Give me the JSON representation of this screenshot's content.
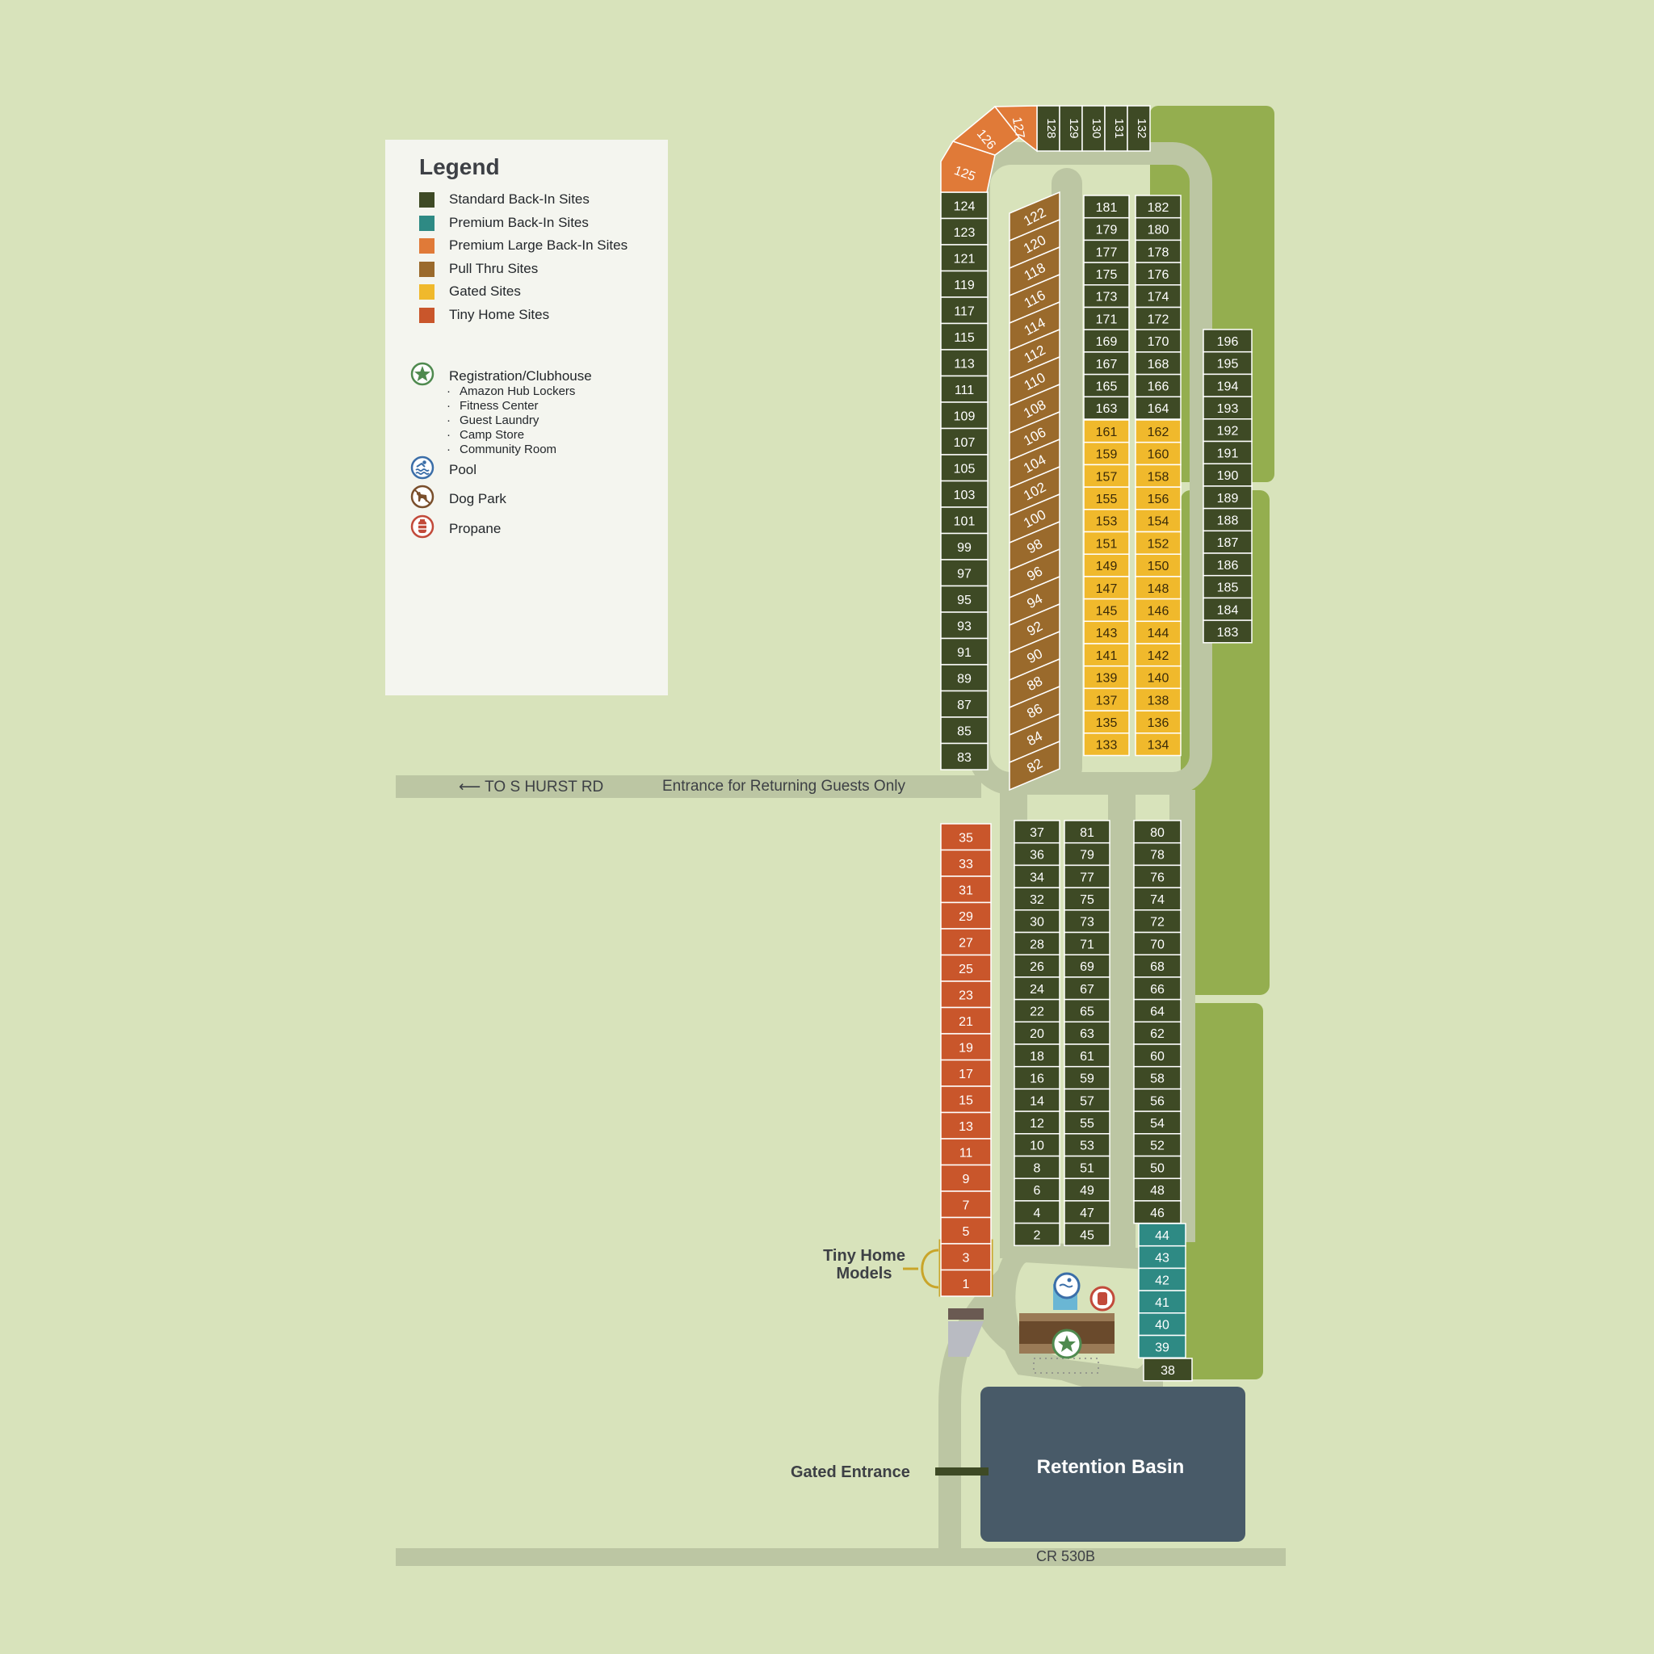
{
  "legend": {
    "title": "Legend",
    "categories": [
      {
        "key": "standard",
        "label": "Standard Back-In Sites",
        "color": "#3e4a25"
      },
      {
        "key": "premium",
        "label": "Premium Back-In Sites",
        "color": "#2e8a84"
      },
      {
        "key": "large",
        "label": "Premium Large Back-In Sites",
        "color": "#e07a38"
      },
      {
        "key": "pull",
        "label": "Pull Thru Sites",
        "color": "#9a6a2c"
      },
      {
        "key": "gated",
        "label": "Gated Sites",
        "color": "#f0b92c"
      },
      {
        "key": "tiny",
        "label": "Tiny Home Sites",
        "color": "#c9562b"
      }
    ],
    "amenities": {
      "clubhouse": {
        "label": "Registration/Clubhouse",
        "icon": "star-icon",
        "items": [
          "Amazon Hub Lockers",
          "Fitness Center",
          "Guest Laundry",
          "Camp Store",
          "Community Room"
        ]
      },
      "pool": {
        "label": "Pool",
        "icon": "pool-icon"
      },
      "dog_park": {
        "label": "Dog Park",
        "icon": "dog-icon"
      },
      "propane": {
        "label": "Propane",
        "icon": "propane-icon"
      }
    }
  },
  "labels": {
    "to_hurst": "⟵ TO S HURST RD",
    "returning": "Entrance for Returning Guests Only",
    "tiny_home_models": [
      "Tiny Home",
      "Models"
    ],
    "gated_entrance": "Gated Entrance",
    "retention_basin": "Retention Basin",
    "cr": "CR 530B"
  },
  "sites": {
    "columns": [
      {
        "name": "column-83-124",
        "category": "standard",
        "sites": [
          "124",
          "123",
          "121",
          "119",
          "117",
          "115",
          "113",
          "111",
          "109",
          "107",
          "105",
          "103",
          "101",
          "99",
          "97",
          "95",
          "93",
          "91",
          "89",
          "87",
          "85",
          "83"
        ]
      },
      {
        "name": "column-pull-thru",
        "category": "pull",
        "sites": [
          "122",
          "120",
          "118",
          "116",
          "114",
          "112",
          "110",
          "108",
          "106",
          "104",
          "102",
          "100",
          "98",
          "96",
          "94",
          "92",
          "90",
          "88",
          "86",
          "84",
          "82"
        ]
      },
      {
        "name": "column-odd-163-181",
        "category": "standard",
        "sites": [
          "181",
          "179",
          "177",
          "175",
          "173",
          "171",
          "169",
          "167",
          "165",
          "163"
        ]
      },
      {
        "name": "column-even-164-182",
        "category": "standard",
        "sites": [
          "182",
          "180",
          "178",
          "176",
          "174",
          "172",
          "170",
          "168",
          "166",
          "164"
        ]
      },
      {
        "name": "column-gated-odd",
        "category": "gated",
        "sites": [
          "161",
          "159",
          "157",
          "155",
          "153",
          "151",
          "149",
          "147",
          "145",
          "143",
          "141",
          "139",
          "137",
          "135",
          "133"
        ]
      },
      {
        "name": "column-gated-even",
        "category": "gated",
        "sites": [
          "162",
          "160",
          "158",
          "156",
          "154",
          "152",
          "150",
          "148",
          "146",
          "144",
          "142",
          "140",
          "138",
          "136",
          "134"
        ]
      },
      {
        "name": "column-183-196",
        "category": "standard",
        "sites": [
          "196",
          "195",
          "194",
          "193",
          "192",
          "191",
          "190",
          "189",
          "188",
          "187",
          "186",
          "185",
          "184",
          "183"
        ]
      },
      {
        "name": "column-tiny-home",
        "category": "tiny",
        "sites": [
          "35",
          "33",
          "31",
          "29",
          "27",
          "25",
          "23",
          "21",
          "19",
          "17",
          "15",
          "13",
          "11",
          "9",
          "7",
          "5",
          "3",
          "1"
        ]
      },
      {
        "name": "column-2-37",
        "category": "standard",
        "sites": [
          "37",
          "36",
          "34",
          "32",
          "30",
          "28",
          "26",
          "24",
          "22",
          "20",
          "18",
          "16",
          "14",
          "12",
          "10",
          "8",
          "6",
          "4",
          "2"
        ]
      },
      {
        "name": "column-45-81",
        "category": "standard",
        "sites": [
          "81",
          "79",
          "77",
          "75",
          "73",
          "71",
          "69",
          "67",
          "65",
          "63",
          "61",
          "59",
          "57",
          "55",
          "53",
          "51",
          "49",
          "47",
          "45"
        ]
      },
      {
        "name": "column-46-80",
        "category": "standard",
        "sites": [
          "80",
          "78",
          "76",
          "74",
          "72",
          "70",
          "68",
          "66",
          "64",
          "62",
          "60",
          "58",
          "56",
          "54",
          "52",
          "50",
          "48",
          "46"
        ]
      },
      {
        "name": "column-premium",
        "category": "premium",
        "sites": [
          "44",
          "43",
          "42",
          "41",
          "40",
          "39"
        ]
      },
      {
        "name": "column-38",
        "category": "standard",
        "sites": [
          "38"
        ]
      }
    ],
    "top_row": {
      "category": "standard",
      "sites": [
        "128",
        "129",
        "130",
        "131",
        "132"
      ]
    },
    "top_corner": {
      "category": "large",
      "sites": [
        "125",
        "126",
        "127"
      ]
    }
  }
}
